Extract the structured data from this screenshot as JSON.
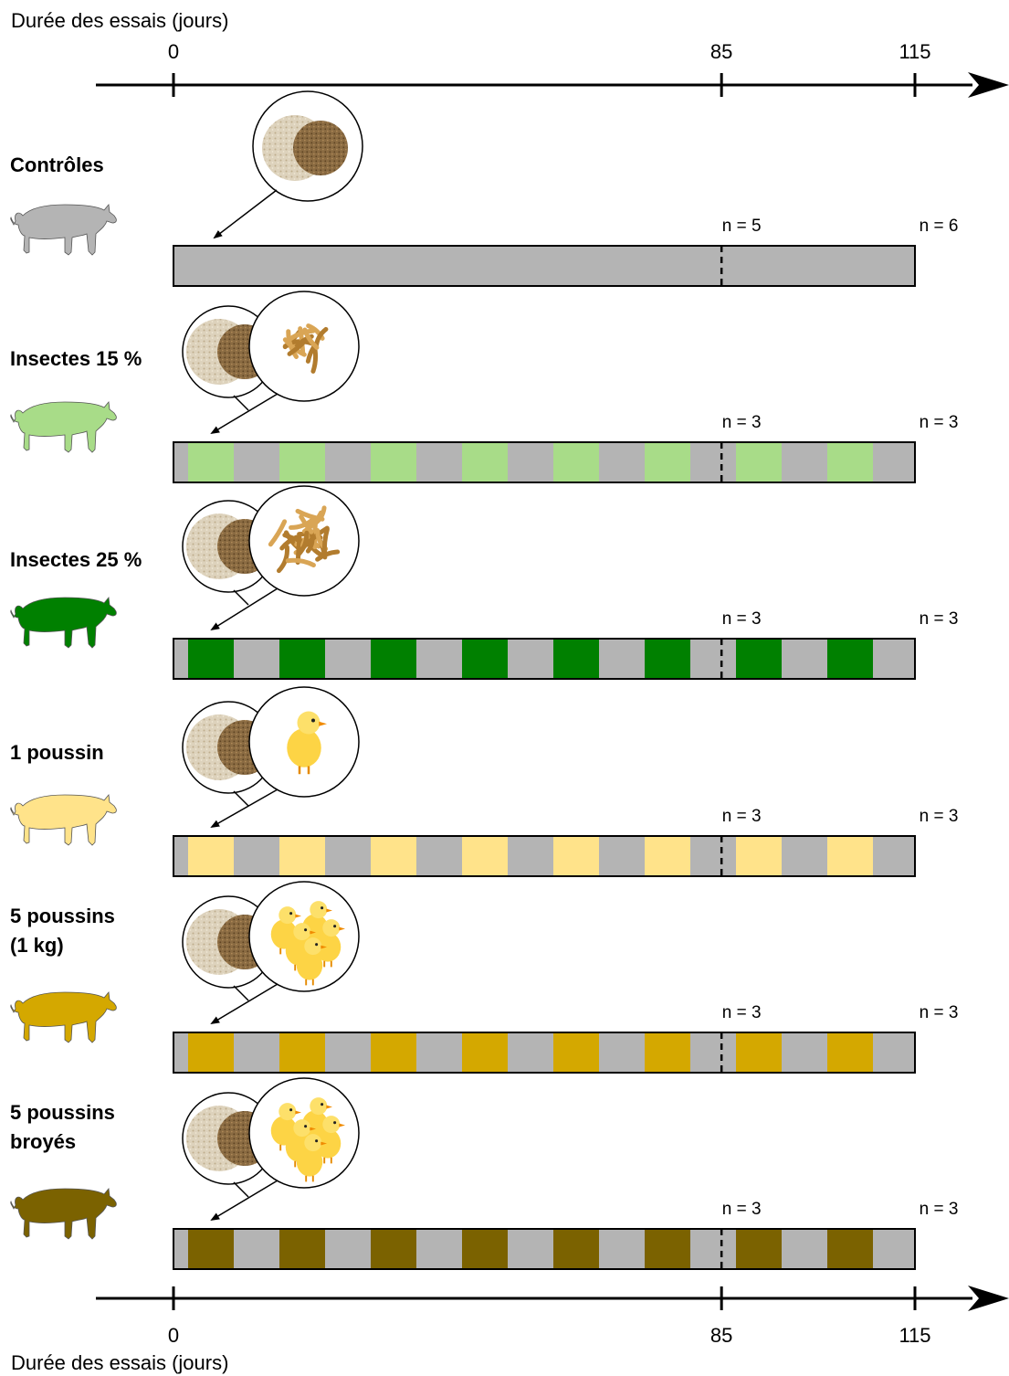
{
  "axis": {
    "title": "Durée des essais (jours)",
    "ticks": [
      0,
      85,
      115
    ],
    "tick_labels": [
      "0",
      "85",
      "115"
    ],
    "max_days": 115
  },
  "colors": {
    "control_grey": "#b4b4b4",
    "feed_light": "#d8cbb0",
    "feed_dark": "#8b6a3e",
    "worm": "#c49546",
    "chick": "#fcd34d"
  },
  "groups": [
    {
      "label_lines": [
        "Contrôles"
      ],
      "color": "#b4b4b4",
      "pattern": "solid",
      "n_mid": "n = 5",
      "n_end": "n = 6",
      "supplement": "none",
      "pig_icon": "pig-icon"
    },
    {
      "label_lines": [
        "Insectes 15 %"
      ],
      "color": "#a8dc88",
      "pattern": "alternating",
      "n_mid": "n = 3",
      "n_end": "n = 3",
      "supplement": "mealworms-small",
      "pig_icon": "pig-icon"
    },
    {
      "label_lines": [
        "Insectes 25 %"
      ],
      "color": "#008000",
      "pattern": "alternating",
      "n_mid": "n = 3",
      "n_end": "n = 3",
      "supplement": "mealworms-large",
      "pig_icon": "pig-icon"
    },
    {
      "label_lines": [
        "1 poussin"
      ],
      "color": "#ffe38a",
      "pattern": "alternating",
      "n_mid": "n = 3",
      "n_end": "n = 3",
      "supplement": "chick-single",
      "pig_icon": "pig-icon"
    },
    {
      "label_lines": [
        "5 poussins",
        "(1 kg)"
      ],
      "color": "#d4a800",
      "pattern": "alternating",
      "n_mid": "n = 3",
      "n_end": "n = 3",
      "supplement": "chicks-five",
      "pig_icon": "pig-icon"
    },
    {
      "label_lines": [
        "5 poussins",
        "broyés"
      ],
      "color": "#7b6200",
      "pattern": "alternating",
      "n_mid": "n = 3",
      "n_end": "n = 3",
      "supplement": "chicks-five",
      "pig_icon": "pig-icon"
    }
  ]
}
